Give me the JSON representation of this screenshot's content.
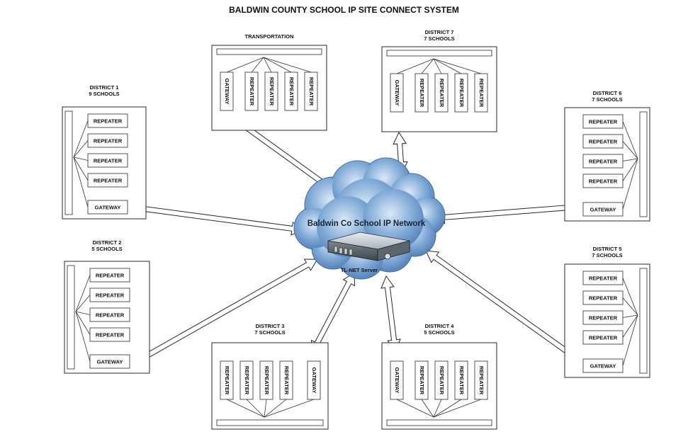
{
  "title": "BALDWIN COUNTY SCHOOL IP SITE CONNECT SYSTEM",
  "network": {
    "label": "Baldwin Co School IP Network",
    "server_label": "TL-NET Server"
  },
  "nodes": [
    {
      "id": "transportation",
      "title_lines": [
        "TRANSPORTATION"
      ],
      "gateway": "GATEWAY",
      "repeaters": [
        "REPEATER",
        "REPEATER",
        "REPEATER",
        "REPEATER"
      ]
    },
    {
      "id": "district7",
      "title_lines": [
        "DISTRICT 7",
        "7 SCHOOLS"
      ],
      "gateway": "GATEWAY",
      "repeaters": [
        "REPEATER",
        "REPEATER",
        "REPEATER",
        "REPEATER"
      ]
    },
    {
      "id": "district1",
      "title_lines": [
        "DISTRICT 1",
        "9 SCHOOLS"
      ],
      "gateway": "GATEWAY",
      "repeaters": [
        "REPEATER",
        "REPEATER",
        "REPEATER",
        "REPEATER"
      ]
    },
    {
      "id": "district6",
      "title_lines": [
        "DISTRICT 6",
        "7 SCHOOLS"
      ],
      "gateway": "GATEWAY",
      "repeaters": [
        "REPEATER",
        "REPEATER",
        "REPEATER",
        "REPEATER"
      ]
    },
    {
      "id": "district2",
      "title_lines": [
        "DISTRICT 2",
        "5 SCHOOLS"
      ],
      "gateway": "GATEWAY",
      "repeaters": [
        "REPEATER",
        "REPEATER",
        "REPEATER",
        "REPEATER"
      ]
    },
    {
      "id": "district5",
      "title_lines": [
        "DISTRICT 5",
        "7 SCHOOLS"
      ],
      "gateway": "GATEWAY",
      "repeaters": [
        "REPEATER",
        "REPEATER",
        "REPEATER",
        "REPEATER"
      ]
    },
    {
      "id": "district3",
      "title_lines": [
        "DISTRICT 3",
        "7 SCHOOLS"
      ],
      "gateway": "GATEWAY",
      "repeaters": [
        "REPEATER",
        "REPEATER",
        "REPEATER",
        "REPEATER"
      ]
    },
    {
      "id": "district4",
      "title_lines": [
        "DISTRICT 4",
        "5 SCHOOLS"
      ],
      "gateway": "GATEWAY",
      "repeaters": [
        "REPEATER",
        "REPEATER",
        "REPEATER",
        "REPEATER"
      ]
    }
  ]
}
